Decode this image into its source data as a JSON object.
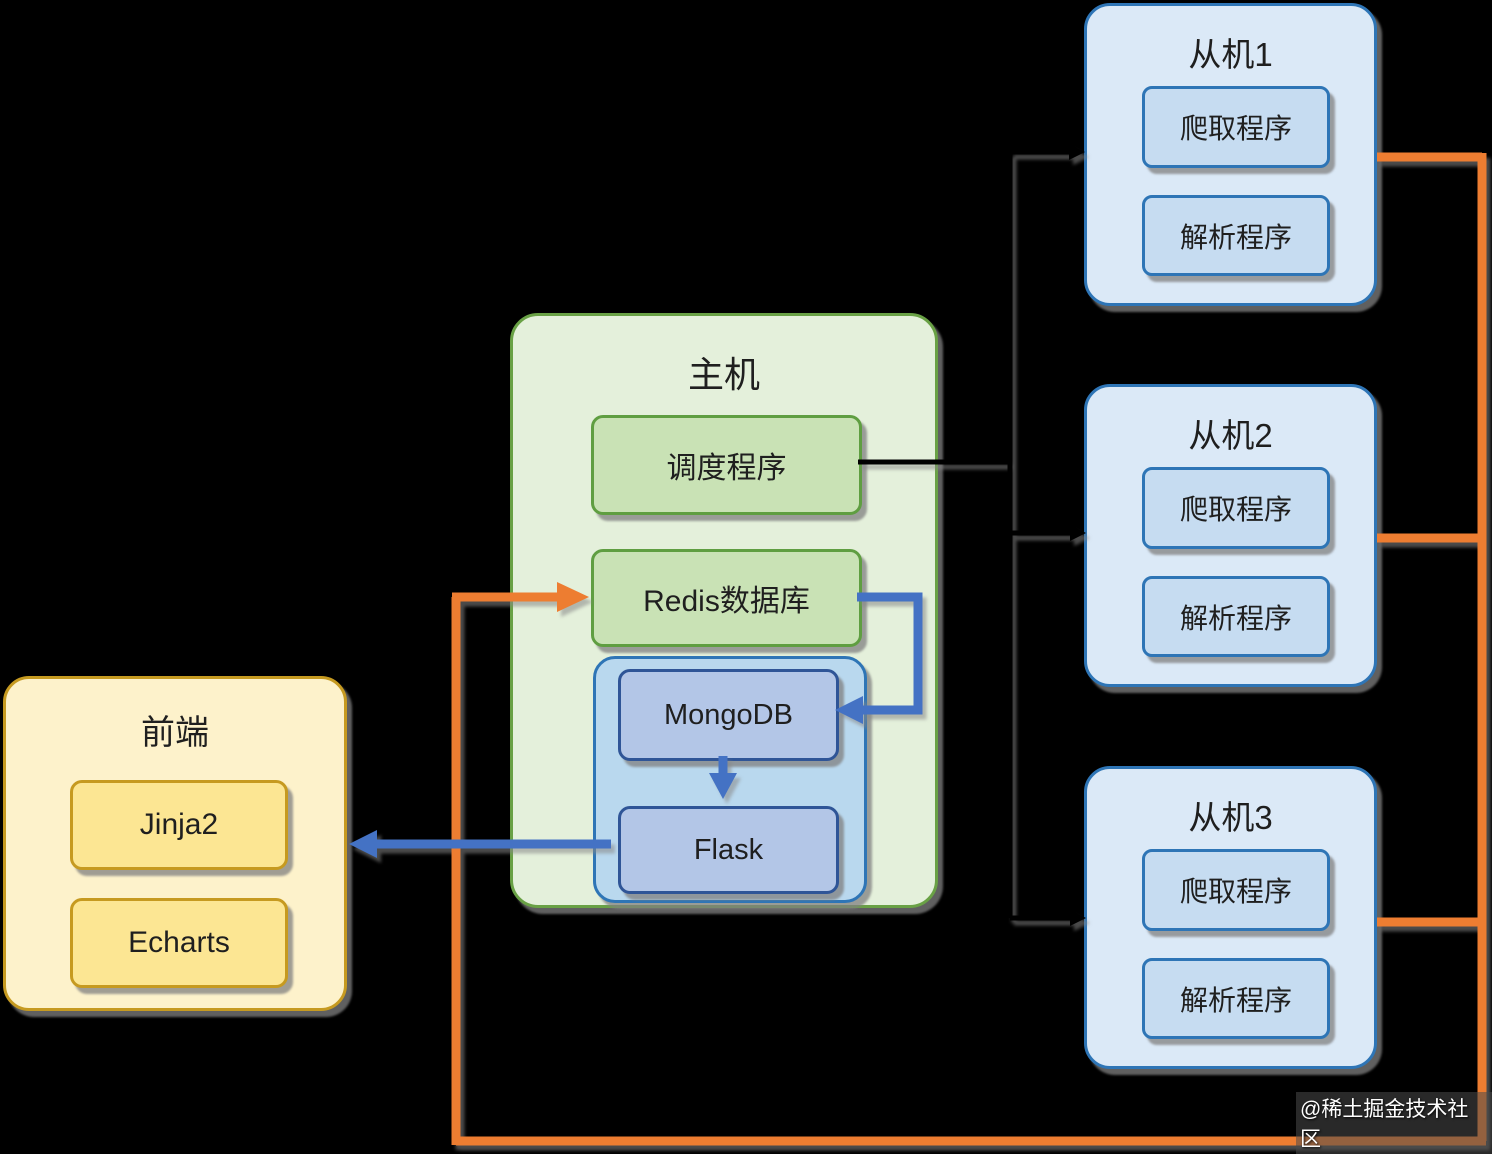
{
  "diagram": {
    "master": {
      "title": "主机",
      "scheduler_label": "调度程序",
      "redis_label": "Redis数据库",
      "storage": {
        "mongodb_label": "MongoDB",
        "flask_label": "Flask"
      }
    },
    "frontend": {
      "title": "前端",
      "items": [
        {
          "label": "Jinja2"
        },
        {
          "label": "Echarts"
        }
      ]
    },
    "slaves": [
      {
        "title": "从机1",
        "crawler_label": "爬取程序",
        "parser_label": "解析程序"
      },
      {
        "title": "从机2",
        "crawler_label": "爬取程序",
        "parser_label": "解析程序"
      },
      {
        "title": "从机3",
        "crawler_label": "爬取程序",
        "parser_label": "解析程序"
      }
    ],
    "watermark": "@稀土掘金技术社区"
  },
  "colors": {
    "background": "#000000",
    "text": "#1f1f1f",
    "master_fill": "#e4f0db",
    "master_border": "#69a145",
    "master_inner_fill": "#c9e2b5",
    "master_inner_border": "#5f9e41",
    "storage_fill": "#b9d8ee",
    "storage_border": "#2e75b6",
    "db_fill": "#b3c6e7",
    "db_border": "#2f5597",
    "slave_fill": "#dbe9f7",
    "slave_border": "#2e75b6",
    "slave_inner_fill": "#c6dcf1",
    "frontend_fill": "#fdf2cb",
    "frontend_border": "#c69a20",
    "frontend_inner_fill": "#fce693",
    "connector_orange": "#ed7d31",
    "connector_blue": "#4472c4",
    "connector_black": "#000000",
    "watermark_text": "#ffffff"
  }
}
